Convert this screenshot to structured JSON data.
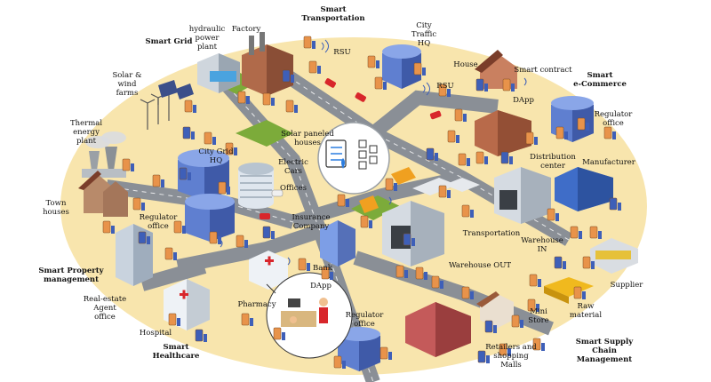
{
  "sectors": {
    "smart_grid": "Smart Grid",
    "smart_transportation": "Smart\nTransportation",
    "smart_ecommerce": "Smart\ne-Commerce",
    "smart_property": "Smart Property\nmanagement",
    "smart_healthcare": "Smart\nHealthcare",
    "smart_supply_chain": "Smart Supply\nChain\nManagement"
  },
  "labels": {
    "hydraulic": "hydraulic\npower\nplant",
    "factory": "Factory",
    "city_traffic_hq": "City\nTraffic\nHQ",
    "rsu_top": "RSU",
    "rsu_right": "RSU",
    "house": "House",
    "smart_contract": "Smart contract",
    "dapp_top": "DApp",
    "solar_wind": "Solar &\nwind\nfarms",
    "thermal": "Thermal\nenergy\nplant",
    "solar_houses": "Solar paneled\nhouses",
    "city_grid_hq": "City Grid\nHQ",
    "electric_cars": "Electric\nCars",
    "offices": "Offices",
    "regulator_office_right": "Regulator\noffice",
    "manufacturer": "Manufacturer",
    "distribution_center": "Distribution\ncenter",
    "town_houses": "Town\nhouses",
    "regulator_office_left": "Regulator\noffice",
    "insurance": "Insurance\nCompany",
    "transportation": "Transportation",
    "warehouse_in": "Warehouse\nIN",
    "bank": "Bank",
    "warehouse_out": "Warehouse OUT",
    "dapp_bottom": "DApp",
    "supplier": "Supplier",
    "real_estate": "Real-estate\nAgent\noffice",
    "pharmacy": "Pharmacy",
    "raw_material": "Raw\nmaterial",
    "regulator_office_bottom": "Regulator\noffice",
    "mini_store": "Mini\nStore",
    "hospital": "Hospital",
    "retailers": "Retailers and\nshopping\nMalls"
  },
  "colors": {
    "ground": "#f8e5ad",
    "road": "#8a8f96",
    "building_blue": "#5f7fd0",
    "node_orange": "#e8934a",
    "node_blue": "#3e5fb8"
  },
  "icons": {
    "center": "blockchain-smart-contract-icon",
    "node": "blockchain-node-icon"
  }
}
